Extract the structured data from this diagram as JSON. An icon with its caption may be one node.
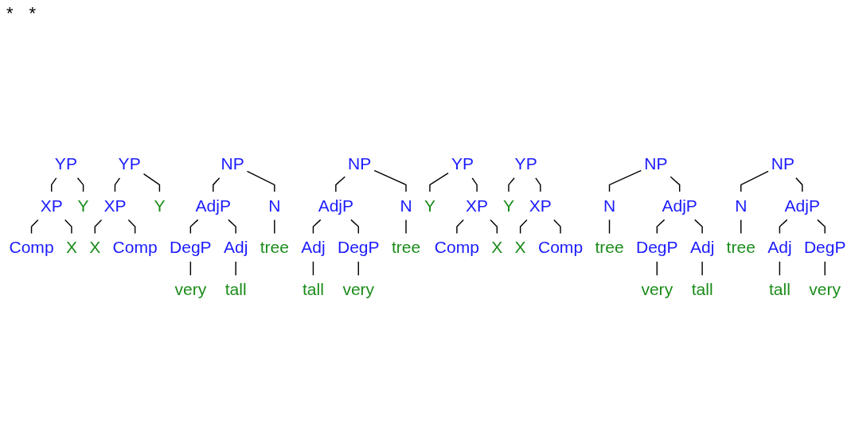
{
  "diagram": {
    "nodes": [
      {
        "text": [
          "YP"
        ]
      },
      {
        "text": [
          "XP"
        ]
      },
      {
        "text": [
          "Y"
        ]
      },
      {
        "text": [
          "Comp"
        ]
      },
      {
        "text": [
          "X"
        ]
      },
      {
        "text": [
          "YP"
        ]
      },
      {
        "text": [
          "XP"
        ]
      },
      {
        "text": [
          "Y"
        ]
      },
      {
        "text": [
          "X"
        ]
      },
      {
        "text": [
          "Comp"
        ]
      },
      {
        "text": [
          "NP"
        ]
      },
      {
        "text": [
          "AdjP"
        ]
      },
      {
        "text": [
          "N"
        ]
      },
      {
        "text": [
          "DegP"
        ]
      },
      {
        "text": [
          "Adj"
        ]
      },
      {
        "text": [
          "tree"
        ]
      },
      {
        "text": [
          "very"
        ]
      },
      {
        "text": [
          "tall"
        ]
      },
      {
        "text": [
          "NP"
        ]
      },
      {
        "text": [
          "AdjP"
        ]
      },
      {
        "text": [
          "N"
        ]
      },
      {
        "text": [
          "Adj"
        ]
      },
      {
        "text": [
          "DegP"
        ]
      },
      {
        "text": [
          "tree"
        ]
      },
      {
        "text": [
          "tall"
        ]
      },
      {
        "text": [
          "very"
        ]
      },
      {
        "text": [
          "YP"
        ]
      },
      {
        "text": [
          "Y"
        ]
      },
      {
        "text": [
          "XP"
        ]
      },
      {
        "text": [
          "Comp"
        ]
      },
      {
        "text": [
          "X"
        ]
      },
      {
        "text": [
          "YP"
        ]
      },
      {
        "text": [
          "Y"
        ]
      },
      {
        "text": [
          "XP"
        ]
      },
      {
        "text": [
          "X"
        ]
      },
      {
        "text": [
          "Comp"
        ]
      },
      {
        "text": [
          "NP"
        ]
      },
      {
        "text": [
          "N"
        ]
      },
      {
        "text": [
          "AdjP"
        ]
      },
      {
        "text": [
          "tree"
        ]
      },
      {
        "text": [
          "DegP"
        ]
      },
      {
        "text": [
          "Adj"
        ]
      },
      {
        "text": [
          "very"
        ]
      },
      {
        "text": [
          "tall"
        ]
      },
      {
        "text": [
          "NP"
        ]
      },
      {
        "text": [
          "N"
        ]
      },
      {
        "text": [
          "AdjP"
        ]
      },
      {
        "text": [
          "tree"
        ]
      },
      {
        "text": [
          "Adj"
        ]
      },
      {
        "text": [
          "DegP"
        ]
      },
      {
        "text": [
          "tall"
        ]
      },
      {
        "text": [
          "very"
        ]
      }
    ],
    "edges": [
      {
        "from": 0,
        "to": 1,
        "arrow": "none"
      },
      {
        "from": 0,
        "to": 2,
        "arrow": "none"
      },
      {
        "from": 1,
        "to": 3,
        "arrow": "none"
      },
      {
        "from": 1,
        "to": 4,
        "arrow": "none"
      },
      {
        "from": 5,
        "to": 6,
        "arrow": "none"
      },
      {
        "from": 5,
        "to": 7,
        "arrow": "none"
      },
      {
        "from": 6,
        "to": 8,
        "arrow": "none"
      },
      {
        "from": 6,
        "to": 9,
        "arrow": "none"
      },
      {
        "from": 10,
        "to": 11,
        "arrow": "none"
      },
      {
        "from": 10,
        "to": 12,
        "arrow": "none"
      },
      {
        "from": 11,
        "to": 13,
        "arrow": "none"
      },
      {
        "from": 11,
        "to": 14,
        "arrow": "none"
      },
      {
        "from": 12,
        "to": 15,
        "arrow": "none"
      },
      {
        "from": 13,
        "to": 16,
        "arrow": "none"
      },
      {
        "from": 14,
        "to": 17,
        "arrow": "none"
      },
      {
        "from": 18,
        "to": 19,
        "arrow": "none"
      },
      {
        "from": 18,
        "to": 20,
        "arrow": "none"
      },
      {
        "from": 19,
        "to": 21,
        "arrow": "none"
      },
      {
        "from": 19,
        "to": 22,
        "arrow": "none"
      },
      {
        "from": 20,
        "to": 23,
        "arrow": "none"
      },
      {
        "from": 21,
        "to": 24,
        "arrow": "none"
      },
      {
        "from": 22,
        "to": 25,
        "arrow": "none"
      },
      {
        "from": 26,
        "to": 27,
        "arrow": "none"
      },
      {
        "from": 26,
        "to": 28,
        "arrow": "none"
      },
      {
        "from": 28,
        "to": 29,
        "arrow": "none"
      },
      {
        "from": 28,
        "to": 30,
        "arrow": "none"
      },
      {
        "from": 31,
        "to": 32,
        "arrow": "none"
      },
      {
        "from": 31,
        "to": 33,
        "arrow": "none"
      },
      {
        "from": 33,
        "to": 34,
        "arrow": "none"
      },
      {
        "from": 33,
        "to": 35,
        "arrow": "none"
      },
      {
        "from": 36,
        "to": 37,
        "arrow": "none"
      },
      {
        "from": 36,
        "to": 38,
        "arrow": "none"
      },
      {
        "from": 37,
        "to": 39,
        "arrow": "none"
      },
      {
        "from": 38,
        "to": 40,
        "arrow": "none"
      },
      {
        "from": 38,
        "to": 41,
        "arrow": "none"
      },
      {
        "from": 40,
        "to": 42,
        "arrow": "none"
      },
      {
        "from": 41,
        "to": 43,
        "arrow": "none"
      },
      {
        "from": 44,
        "to": 45,
        "arrow": "none"
      },
      {
        "from": 44,
        "to": 46,
        "arrow": "none"
      },
      {
        "from": 45,
        "to": 47,
        "arrow": "none"
      },
      {
        "from": 46,
        "to": 48,
        "arrow": "none"
      },
      {
        "from": 46,
        "to": 49,
        "arrow": "none"
      },
      {
        "from": 48,
        "to": 50,
        "arrow": "none"
      },
      {
        "from": 49,
        "to": 51,
        "arrow": "none"
      }
    ],
    "labels": [
      "*",
      "*"
    ]
  }
}
